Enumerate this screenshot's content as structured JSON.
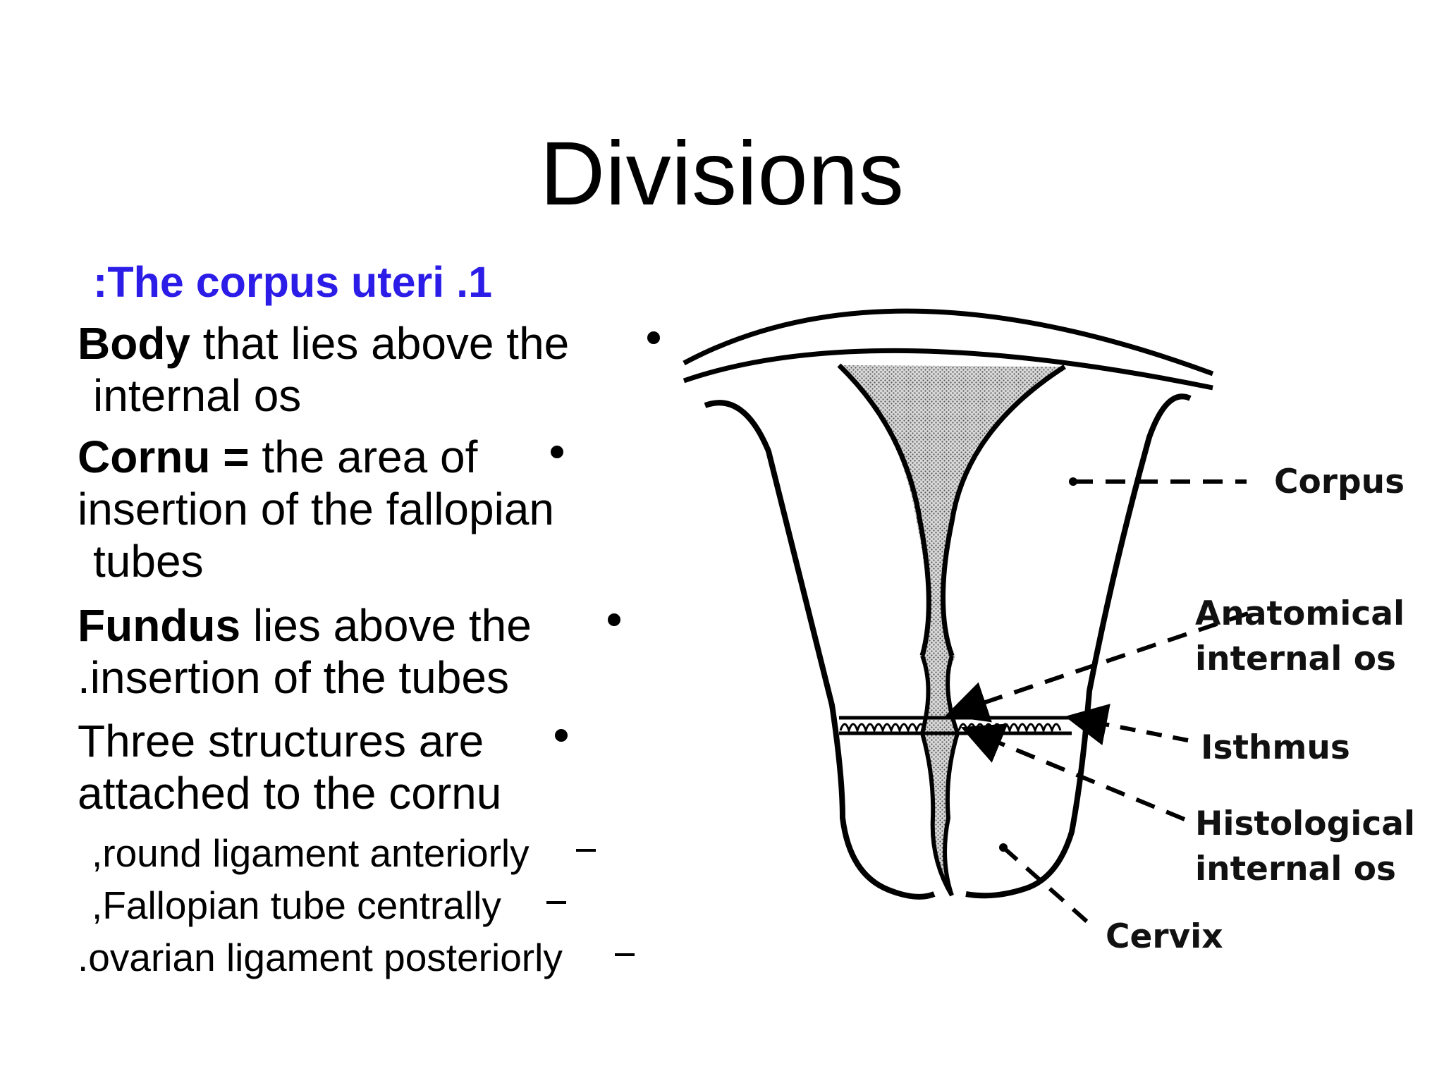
{
  "slide": {
    "title": "Divisions",
    "heading": ":The corpus uteri .1",
    "heading_color": "#2b1ce8",
    "bullets": [
      {
        "bold": "Body",
        "line1_rest": " that lies above the",
        "line2": "internal os"
      },
      {
        "bold": "Cornu =",
        "line1_rest": " the area of",
        "line2": "insertion of the fallopian",
        "line3": "tubes"
      },
      {
        "bold": "Fundus",
        "line1_rest": " lies above the",
        "line2": ".insertion of the tubes"
      },
      {
        "line1": "Three structures are",
        "line2": "attached to the cornu"
      }
    ],
    "sub_items": [
      ",round ligament anteriorly",
      ",Fallopian tube centrally",
      ".ovarian ligament posteriorly"
    ]
  },
  "diagram": {
    "icon": "uterus-section-diagram",
    "labels": {
      "corpus": "Corpus",
      "anatomical_line1": "Anatomical",
      "anatomical_line2": "internal os",
      "isthmus": "Isthmus",
      "histological_line1": "Histological",
      "histological_line2": "internal os",
      "cervix": "Cervix"
    }
  }
}
